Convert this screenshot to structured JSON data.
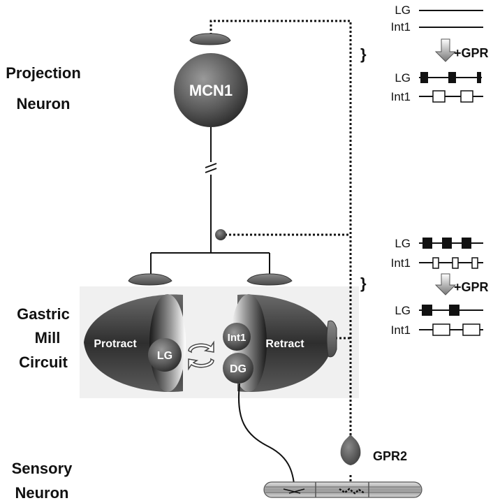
{
  "side_labels": {
    "projection_line1": "Projection",
    "projection_line2": "Neuron",
    "gastric_line1": "Gastric",
    "gastric_line2": "Mill",
    "gastric_line3": "Circuit",
    "sensory_line1": "Sensory",
    "sensory_line2": "Neuron"
  },
  "neurons": {
    "mcn1": "MCN1",
    "lg": "LG",
    "int1": "Int1",
    "dg": "DG",
    "gpr2": "GPR2"
  },
  "phases": {
    "protract": "Protract",
    "retract": "Retract"
  },
  "top_panel": {
    "before": {
      "row1": "LG",
      "row2": "Int1"
    },
    "arrow_label": "+GPR",
    "after": {
      "row1": "LG",
      "row2": "Int1"
    }
  },
  "bottom_panel": {
    "before": {
      "row1": "LG",
      "row2": "Int1"
    },
    "arrow_label": "+GPR",
    "after": {
      "row1": "LG",
      "row2": "Int1"
    }
  },
  "colors": {
    "neuron_fill": "#555555",
    "synapse_fill": "#6a6a6a",
    "half_pod_fill": "#3a3a3a",
    "background": "#f0f0f0"
  }
}
